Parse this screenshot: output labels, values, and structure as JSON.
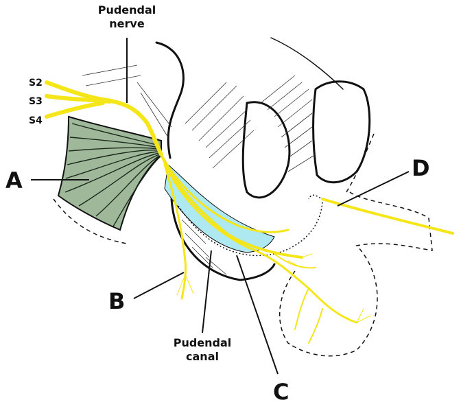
{
  "labels": {
    "pudendal_nerve_line1": "Pudendal",
    "pudendal_nerve_line2": "nerve",
    "s2": "S2",
    "s3": "S3",
    "s4": "S4",
    "a": "A",
    "b": "B",
    "c": "C",
    "d": "D",
    "pudendal_canal_line1": "Pudendal",
    "pudendal_canal_line2": "canal"
  },
  "colors": {
    "nerve": "#f5e61a",
    "ligament": "#9fb89a",
    "canal": "#aee8f0",
    "outline": "#111111"
  }
}
